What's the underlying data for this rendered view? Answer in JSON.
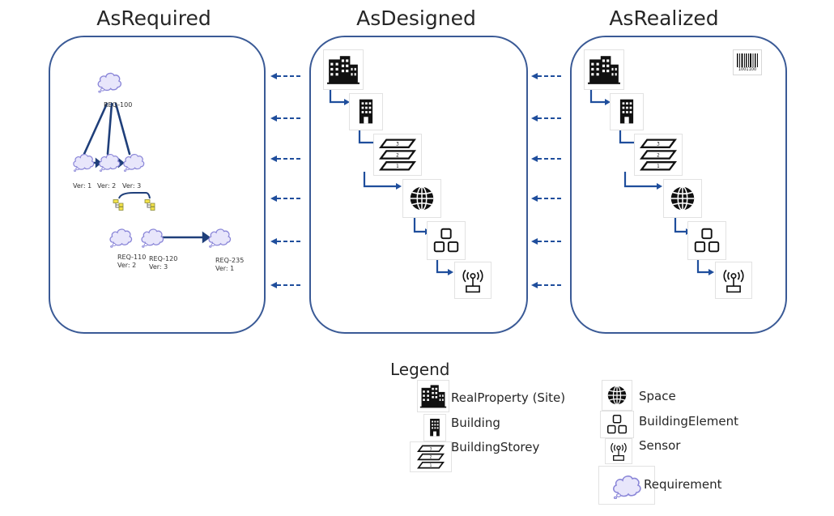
{
  "columns": {
    "as_required": "AsRequired",
    "as_designed": "AsDesigned",
    "as_realized": "AsRealized"
  },
  "requirements": {
    "req_100": "REQ-100",
    "versions": [
      "Ver: 1",
      "Ver: 2",
      "Ver: 3"
    ],
    "req_110": [
      "REQ-110",
      "Ver: 2"
    ],
    "req_120": [
      "REQ-120",
      "Ver: 3"
    ],
    "req_235": [
      "REQ-235",
      "Ver: 1"
    ]
  },
  "barcode_text": "1001100",
  "legend": {
    "title": "Legend",
    "items": {
      "real_property": "RealProperty (Site)",
      "building": "Building",
      "building_storey": "BuildingStorey",
      "space": "Space",
      "building_element": "BuildingElement",
      "sensor": "Sensor",
      "requirement": "Requirement"
    }
  },
  "colors": {
    "panel_border": "#3a5a96",
    "arrow": "#1f4e9c",
    "cloud_fill": "#e8e6fb",
    "cloud_stroke": "#8a86d8",
    "tree_node": "#f2e24a"
  }
}
